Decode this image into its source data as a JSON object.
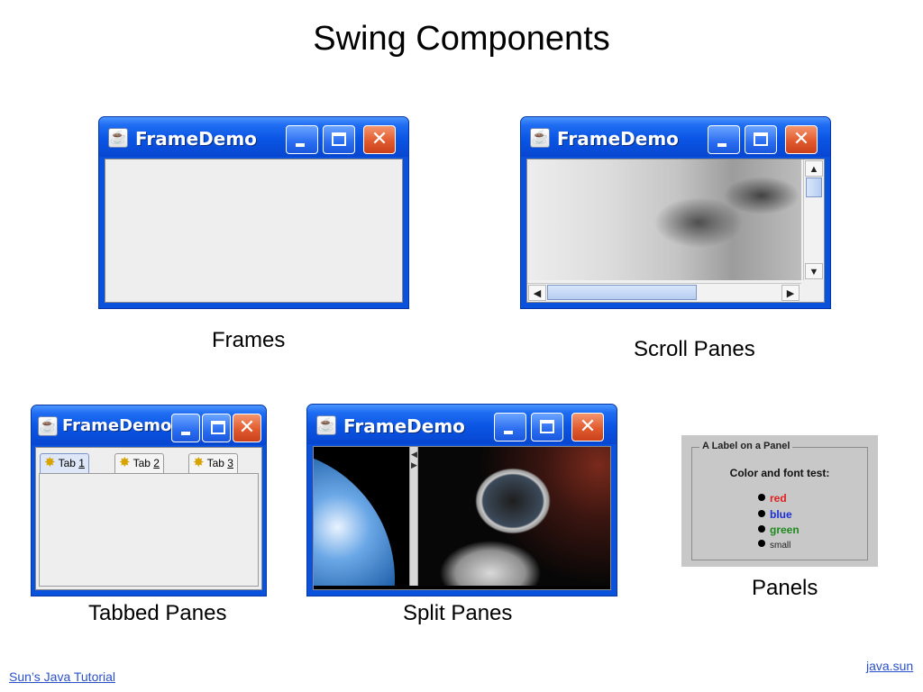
{
  "slide": {
    "title": "Swing Components"
  },
  "window": {
    "title": "FrameDemo",
    "icon": "java-cup-icon",
    "buttons": {
      "minimize": "minimize-icon",
      "maximize": "maximize-icon",
      "close": "close-icon"
    }
  },
  "captions": {
    "frames": "Frames",
    "scroll_panes": "Scroll Panes",
    "tabbed_panes": "Tabbed Panes",
    "split_panes": "Split Panes",
    "panels": "Panels"
  },
  "tabbed": {
    "tabs": [
      {
        "label": "Tab ",
        "mnemonic": "1",
        "selected": true
      },
      {
        "label": "Tab ",
        "mnemonic": "2",
        "selected": false
      },
      {
        "label": "Tab ",
        "mnemonic": "3",
        "selected": false
      }
    ]
  },
  "panel": {
    "border_title": "A Label on a Panel",
    "heading": "Color and font test:",
    "items": [
      {
        "text": "red",
        "color": "#e02020"
      },
      {
        "text": "blue",
        "color": "#1a2fd6"
      },
      {
        "text": "green",
        "color": "#1e8a1e"
      },
      {
        "text": "small",
        "color": "#222222"
      }
    ]
  },
  "links": {
    "left": "Sun’s Java Tutorial",
    "right": "java.sun"
  },
  "colors": {
    "titlebar": "#0a55e4",
    "close_button": "#e25b2e",
    "link": "#2a50c8"
  }
}
